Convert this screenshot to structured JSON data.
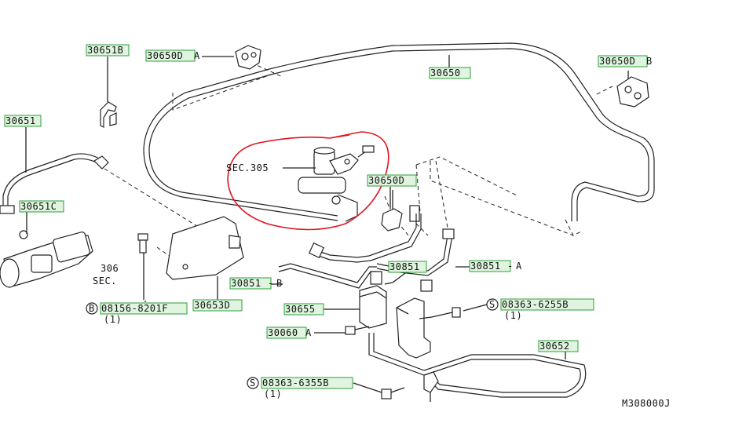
{
  "labels": {
    "p30651B": "30651B",
    "p30650DA": "30650D",
    "sfxA1": "A",
    "p30650": "30650",
    "p30650DB": "30650D",
    "sfxB1": "B",
    "p30651": "30651",
    "p30651C": "30651C",
    "sec305": "SEC.305",
    "p30650D": "30650D",
    "p306": "306",
    "sec": "SEC.",
    "p30851B": "30851",
    "sfxB2": "B",
    "p30851": "30851",
    "p30851A": "30851",
    "sfxA2": "A",
    "p30653D": "30653D",
    "b08156": "08156-8201F",
    "b08156q": "(1)",
    "p30655": "30655",
    "p30060A": "30060",
    "sfxA3": "A",
    "s08363a": "08363-6255B",
    "s08363aq": "(1)",
    "p30652": "30652",
    "s08363b": "08363-6355B",
    "s08363bq": "(1)",
    "ref": "M308000J"
  },
  "markers": {
    "bolt": "B",
    "screw1": "S",
    "screw2": "S"
  },
  "colors": {
    "highlight_fill": "#dff5df",
    "highlight_stroke": "#2e9e3a",
    "markup_circle": "#e0141e",
    "line": "#222222"
  }
}
